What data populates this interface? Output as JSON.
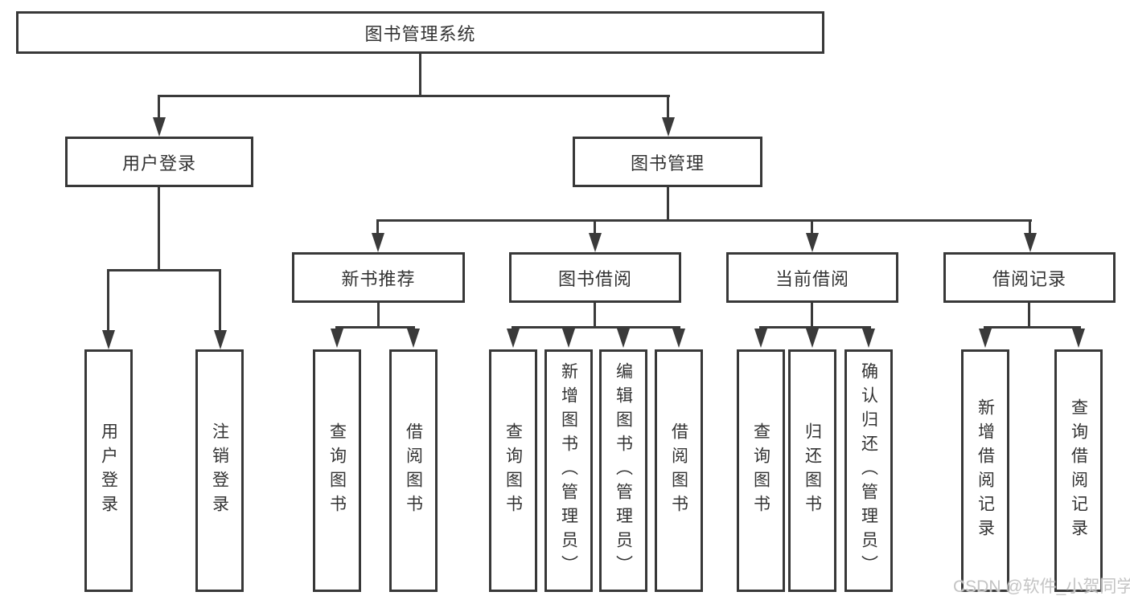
{
  "diagram": {
    "root_label": "图书管理系统",
    "branches": [
      {
        "label": "用户登录",
        "leaves": [
          "用户登录",
          "注销登录"
        ]
      },
      {
        "label": "图书管理",
        "groups": [
          {
            "label": "新书推荐",
            "leaves": [
              "查询图书",
              "借阅图书"
            ]
          },
          {
            "label": "图书借阅",
            "leaves": [
              "查询图书",
              "新增图书（管理员）",
              "编辑图书（管理员）",
              "借阅图书"
            ]
          },
          {
            "label": "当前借阅",
            "leaves": [
              "查询图书",
              "归还图书",
              "确认归还（管理员）"
            ]
          },
          {
            "label": "借阅记录",
            "leaves": [
              "新增借阅记录",
              "查询借阅记录"
            ]
          }
        ]
      }
    ]
  },
  "watermark": "CSDN @软件_小贺同学",
  "colors": {
    "line": "#3a3a3a",
    "box_border": "#383838",
    "text": "#333333",
    "background": "#ffffff",
    "watermark": "#c4c4c4"
  }
}
